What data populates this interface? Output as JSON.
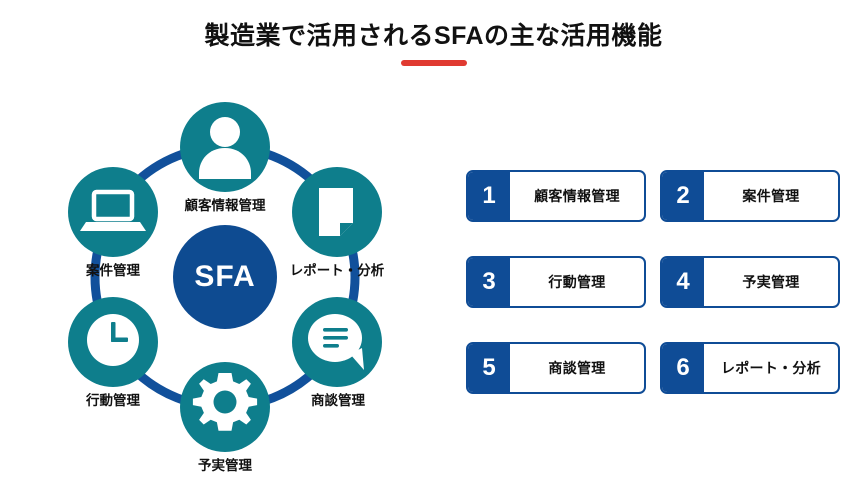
{
  "title": {
    "text": "製造業で活用されるSFAの主な活用機能",
    "underline_color": "#e03a31"
  },
  "colors": {
    "navy": "#0f4c96",
    "teal": "#0e7e8c",
    "center_navy": "#0e4b91",
    "white": "#ffffff",
    "red": "#e03a31",
    "text": "#111111"
  },
  "diagram": {
    "center": {
      "label": "SFA",
      "color": "#0e4b91"
    },
    "ring_color": "#11509b",
    "nodes": [
      {
        "id": "customer-info",
        "label": "顧客情報管理",
        "icon": "person-icon",
        "angle_deg": 270,
        "label_pos": "below"
      },
      {
        "id": "report",
        "label": "レポート・分析",
        "icon": "document-icon",
        "angle_deg": 330,
        "label_pos": "below"
      },
      {
        "id": "negotiation",
        "label": "商談管理",
        "icon": "chat-icon",
        "angle_deg": 30,
        "label_pos": "below"
      },
      {
        "id": "budget-actual",
        "label": "予実管理",
        "icon": "gear-icon",
        "angle_deg": 90,
        "label_pos": "below"
      },
      {
        "id": "activity",
        "label": "行動管理",
        "icon": "clock-icon",
        "angle_deg": 150,
        "label_pos": "below"
      },
      {
        "id": "project",
        "label": "案件管理",
        "icon": "laptop-icon",
        "angle_deg": 210,
        "label_pos": "below"
      }
    ]
  },
  "list": {
    "items": [
      {
        "number": "1",
        "label": "顧客情報管理"
      },
      {
        "number": "2",
        "label": "案件管理"
      },
      {
        "number": "3",
        "label": "行動管理"
      },
      {
        "number": "4",
        "label": "予実管理"
      },
      {
        "number": "5",
        "label": "商談管理"
      },
      {
        "number": "6",
        "label": "レポート・分析"
      }
    ]
  }
}
